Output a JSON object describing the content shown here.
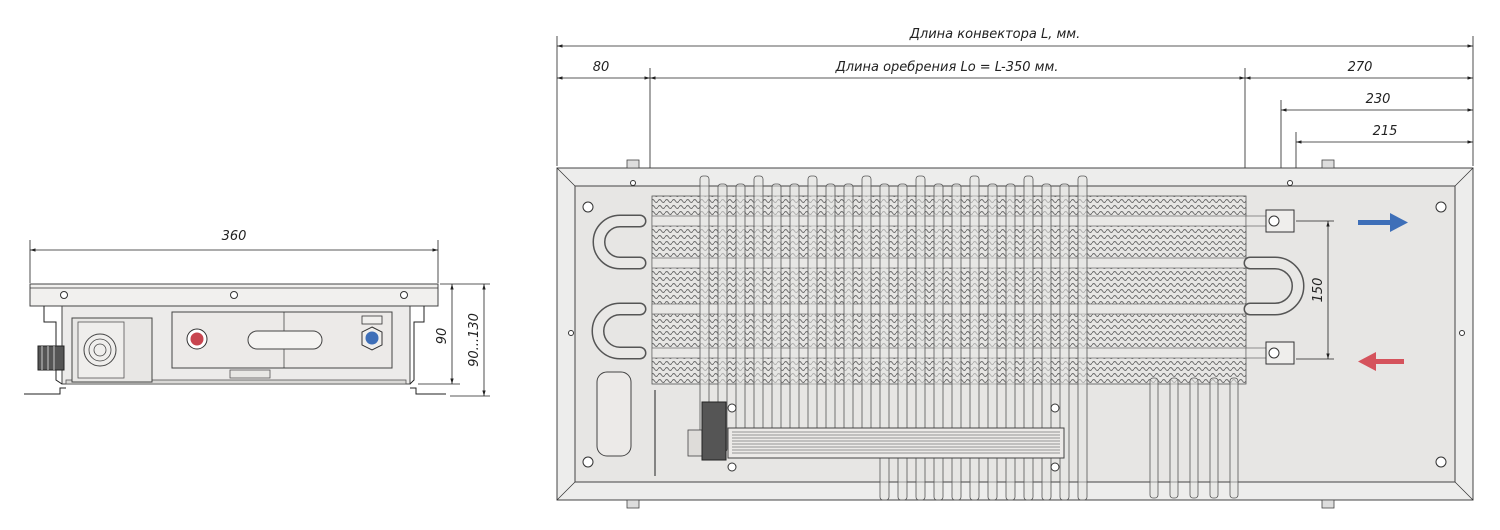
{
  "side_view": {
    "width_label": "360",
    "height_label": "90",
    "height_range_label": "90...130",
    "hot_color": "#c8454f",
    "cold_color": "#3e6fb8"
  },
  "top_view": {
    "total_length_label": "Длина конвектора L, мм.",
    "left_offset_label": "80",
    "fin_length_label": "Длина оребрения Lo = L-350 мм.",
    "right_270_label": "270",
    "right_230_label": "230",
    "right_215_label": "215",
    "pipe_spacing_label": "150",
    "outflow_arrow_color": "#3e6fb8",
    "inflow_arrow_color": "#d5535c"
  }
}
